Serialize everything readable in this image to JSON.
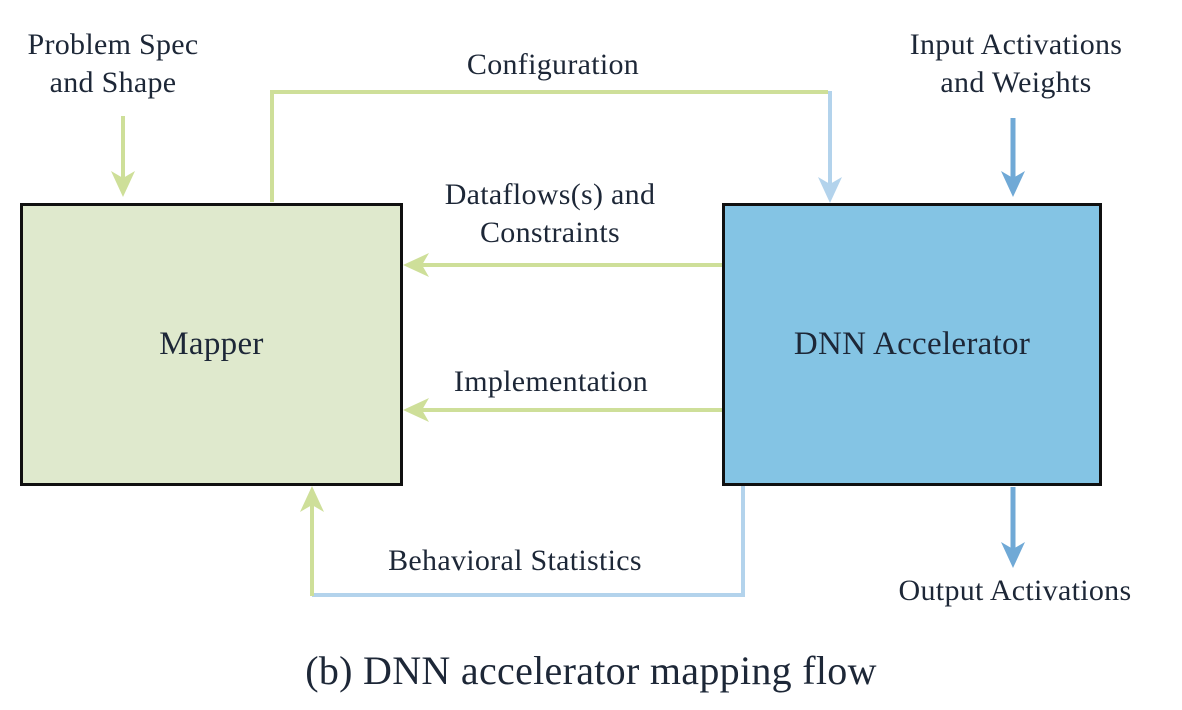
{
  "colors": {
    "green_arrow": "#cedf99",
    "light_blue_arrow": "#b3d3ec",
    "blue_arrow": "#70a9d6",
    "mapper_fill": "#dfe9cd",
    "accelerator_fill": "#84c4e4",
    "box_border": "#101010",
    "text": "#1d2737",
    "background": "#ffffff"
  },
  "boxes": {
    "mapper": {
      "label": "Mapper"
    },
    "accelerator": {
      "label": "DNN Accelerator"
    }
  },
  "edge_labels": {
    "problem_spec": "Problem Spec\nand Shape",
    "configuration": "Configuration",
    "input_activations": "Input Activations\nand Weights",
    "dataflows": "Dataflows(s) and\nConstraints",
    "implementation": "Implementation",
    "behavioral_statistics": "Behavioral Statistics",
    "output_activations": "Output Activations"
  },
  "caption": "(b) DNN accelerator mapping flow"
}
